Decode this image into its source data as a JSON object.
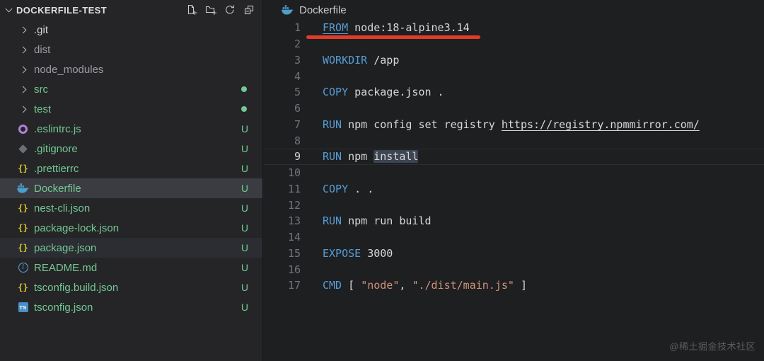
{
  "colors": {
    "keyword": "#569cd6",
    "string": "#ce9178",
    "untracked": "#73c991",
    "ignored": "#9a9da3",
    "annotation_red": "#df3c28",
    "selection": "#3d4452",
    "docker_blue": "#4d9fcb"
  },
  "explorer": {
    "title": "DOCKERFILE-TEST",
    "toolbar": [
      {
        "icon": "new-file-icon"
      },
      {
        "icon": "new-folder-icon"
      },
      {
        "icon": "refresh-icon"
      },
      {
        "icon": "collapse-all-icon"
      }
    ],
    "items": [
      {
        "label": ".git",
        "kind": "folder",
        "tint": "normal"
      },
      {
        "label": "dist",
        "kind": "folder",
        "tint": "ignored"
      },
      {
        "label": "node_modules",
        "kind": "folder",
        "tint": "ignored"
      },
      {
        "label": "src",
        "kind": "folder",
        "tint": "untracked",
        "badge": "dot"
      },
      {
        "label": "test",
        "kind": "folder",
        "tint": "untracked",
        "badge": "dot"
      },
      {
        "label": ".eslintrc.js",
        "kind": "file",
        "icon": "eslint-icon",
        "tint": "untracked",
        "badge": "U"
      },
      {
        "label": ".gitignore",
        "kind": "file",
        "icon": "git-icon",
        "tint": "untracked",
        "badge": "U"
      },
      {
        "label": ".prettierrc",
        "kind": "file",
        "icon": "json-braces-icon",
        "tint": "untracked",
        "badge": "U"
      },
      {
        "label": "Dockerfile",
        "kind": "file",
        "icon": "docker-whale-icon",
        "tint": "untracked",
        "badge": "U",
        "state": "selected"
      },
      {
        "label": "nest-cli.json",
        "kind": "file",
        "icon": "json-braces-icon",
        "tint": "untracked",
        "badge": "U"
      },
      {
        "label": "package-lock.json",
        "kind": "file",
        "icon": "json-braces-icon",
        "tint": "untracked",
        "badge": "U"
      },
      {
        "label": "package.json",
        "kind": "file",
        "icon": "json-braces-icon",
        "tint": "untracked",
        "badge": "U",
        "state": "hover"
      },
      {
        "label": "README.md",
        "kind": "file",
        "icon": "info-icon",
        "tint": "untracked",
        "badge": "U"
      },
      {
        "label": "tsconfig.build.json",
        "kind": "file",
        "icon": "json-braces-icon",
        "tint": "untracked",
        "badge": "U"
      },
      {
        "label": "tsconfig.json",
        "kind": "file",
        "icon": "typescript-icon",
        "tint": "untracked",
        "badge": "U"
      }
    ]
  },
  "editor": {
    "title": "Dockerfile",
    "title_icon": "docker-whale-icon",
    "lines": [
      {
        "num": "1",
        "tokens": [
          {
            "c": "keyword-link",
            "t": "FROM"
          },
          {
            "c": "plain",
            "t": " node:18-alpine3.14"
          }
        ],
        "annotation": "red-underline"
      },
      {
        "num": "2",
        "tokens": []
      },
      {
        "num": "3",
        "tokens": [
          {
            "c": "keyword",
            "t": "WORKDIR"
          },
          {
            "c": "plain",
            "t": " /app"
          }
        ]
      },
      {
        "num": "4",
        "tokens": []
      },
      {
        "num": "5",
        "tokens": [
          {
            "c": "keyword",
            "t": "COPY"
          },
          {
            "c": "plain",
            "t": " package.json ."
          }
        ]
      },
      {
        "num": "6",
        "tokens": []
      },
      {
        "num": "7",
        "tokens": [
          {
            "c": "keyword",
            "t": "RUN"
          },
          {
            "c": "plain",
            "t": " npm config set registry "
          },
          {
            "c": "link",
            "t": "https://registry.npmmirror.com/"
          }
        ]
      },
      {
        "num": "8",
        "tokens": []
      },
      {
        "num": "9",
        "tokens": [
          {
            "c": "keyword",
            "t": "RUN"
          },
          {
            "c": "plain",
            "t": " npm "
          },
          {
            "c": "selected",
            "t": "install"
          }
        ],
        "current": true
      },
      {
        "num": "10",
        "tokens": []
      },
      {
        "num": "11",
        "tokens": [
          {
            "c": "keyword",
            "t": "COPY"
          },
          {
            "c": "plain",
            "t": " . ."
          }
        ]
      },
      {
        "num": "12",
        "tokens": []
      },
      {
        "num": "13",
        "tokens": [
          {
            "c": "keyword",
            "t": "RUN"
          },
          {
            "c": "plain",
            "t": " npm run build"
          }
        ]
      },
      {
        "num": "14",
        "tokens": []
      },
      {
        "num": "15",
        "tokens": [
          {
            "c": "keyword",
            "t": "EXPOSE"
          },
          {
            "c": "plain",
            "t": " 3000"
          }
        ]
      },
      {
        "num": "16",
        "tokens": []
      },
      {
        "num": "17",
        "tokens": [
          {
            "c": "keyword",
            "t": "CMD"
          },
          {
            "c": "plain",
            "t": " [ "
          },
          {
            "c": "string",
            "t": "\"node\""
          },
          {
            "c": "plain",
            "t": ", "
          },
          {
            "c": "string",
            "t": "\"./dist/main.js\""
          },
          {
            "c": "plain",
            "t": " ]"
          }
        ]
      }
    ]
  },
  "watermark": "@稀土掘金技术社区"
}
